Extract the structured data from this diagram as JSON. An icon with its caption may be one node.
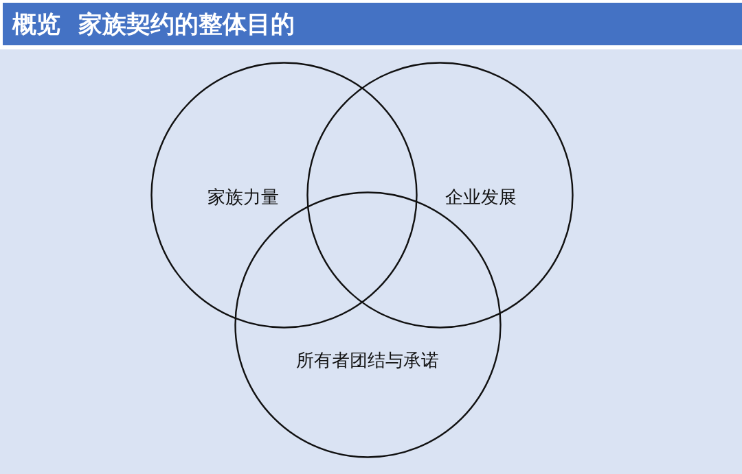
{
  "diagram": {
    "title": "概览 家族契约的整体目的",
    "nodes": [
      {
        "text": [
          "家族力量"
        ]
      },
      {
        "text": [
          "企业发展"
        ]
      },
      {
        "text": [
          "所有者团结与承诺"
        ]
      }
    ]
  }
}
